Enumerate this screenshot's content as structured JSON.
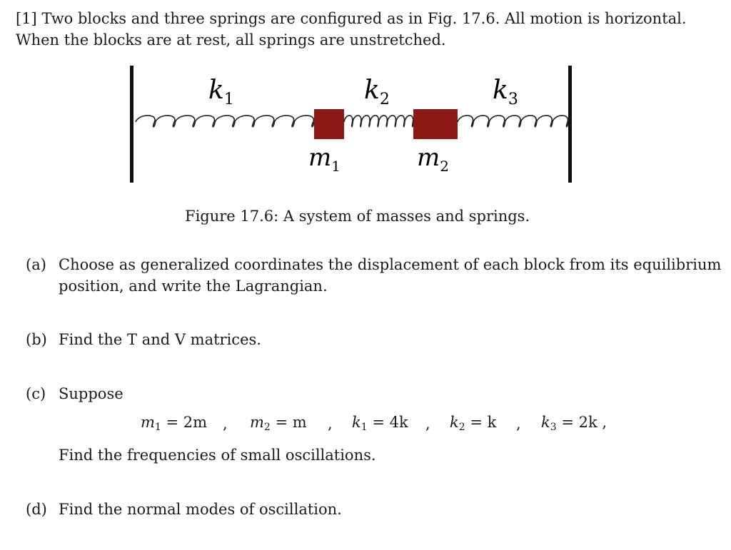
{
  "problem": {
    "number": "[1]",
    "intro_line1": "Two blocks and three springs are configured as in Fig.  17.6.  All motion is horizontal.",
    "intro_line2": "When the blocks are at rest, all springs are unstretched."
  },
  "figure": {
    "spring_labels": [
      "k",
      "k",
      "k"
    ],
    "spring_subs": [
      "1",
      "2",
      "3"
    ],
    "mass_labels": [
      "m",
      "m"
    ],
    "mass_subs": [
      "1",
      "2"
    ],
    "caption": "Figure 17.6: A system of masses and springs.",
    "block_color": "#8b1a14",
    "wall_color": "#111111"
  },
  "parts": {
    "a_label": "(a)",
    "a_line1": "Choose as generalized coordinates the displacement of each block from its equilibrium",
    "a_line2": "position, and write the Lagrangian.",
    "b_label": "(b)",
    "b_text": "Find the T and V matrices.",
    "c_label": "(c)",
    "c_text": "Suppose",
    "c_values": {
      "m1": "= 2m",
      "m2": "= m",
      "k1": "= 4k",
      "k2": "= k",
      "k3": "= 2k ,"
    },
    "c_followup": "Find the frequencies of small oscillations.",
    "d_label": "(d)",
    "d_text": "Find the normal modes of oscillation."
  }
}
